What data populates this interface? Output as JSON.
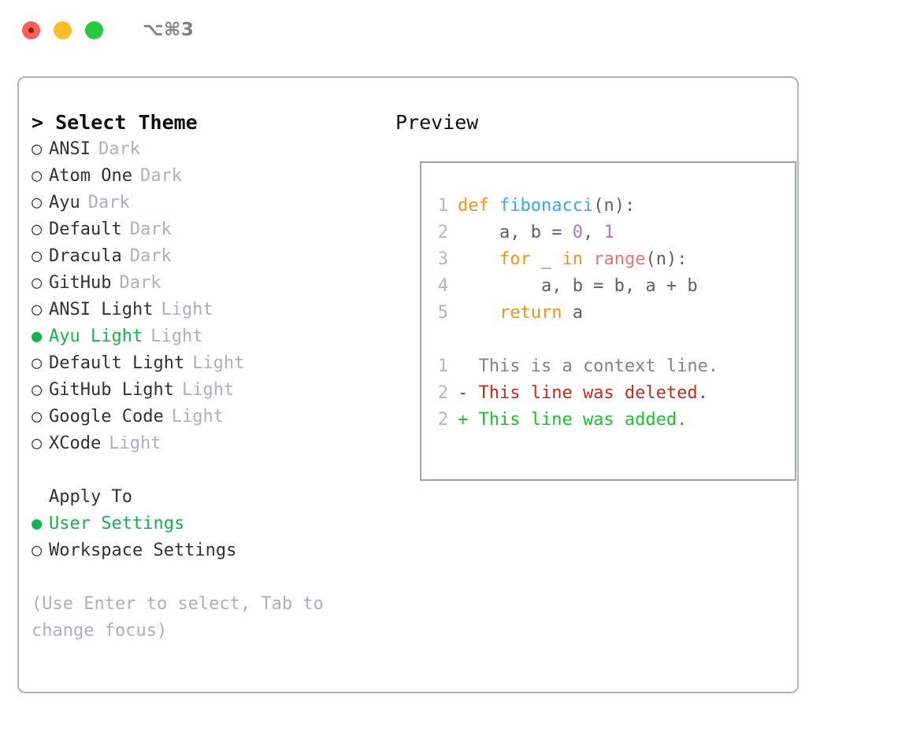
{
  "titlebar": {
    "lights": [
      "close-red",
      "minimize-yellow",
      "zoom-green"
    ],
    "shortcut": "⌥⌘3"
  },
  "left": {
    "heading": "> Select Theme",
    "themes": [
      {
        "marker": "○",
        "name": "ANSI",
        "kind": "Dark",
        "selected": false
      },
      {
        "marker": "○",
        "name": "Atom One",
        "kind": "Dark",
        "selected": false
      },
      {
        "marker": "○",
        "name": "Ayu",
        "kind": "Dark",
        "selected": false
      },
      {
        "marker": "○",
        "name": "Default",
        "kind": "Dark",
        "selected": false
      },
      {
        "marker": "○",
        "name": "Dracula",
        "kind": "Dark",
        "selected": false
      },
      {
        "marker": "○",
        "name": "GitHub",
        "kind": "Dark",
        "selected": false
      },
      {
        "marker": "○",
        "name": "ANSI Light",
        "kind": "Light",
        "selected": false
      },
      {
        "marker": "●",
        "name": "Ayu Light",
        "kind": "Light",
        "selected": true
      },
      {
        "marker": "○",
        "name": "Default Light",
        "kind": "Light",
        "selected": false
      },
      {
        "marker": "○",
        "name": "GitHub Light",
        "kind": "Light",
        "selected": false
      },
      {
        "marker": "○",
        "name": "Google Code",
        "kind": "Light",
        "selected": false
      },
      {
        "marker": "○",
        "name": "XCode",
        "kind": "Light",
        "selected": false
      }
    ],
    "apply_to_title": "Apply To",
    "apply_to": [
      {
        "marker": "●",
        "name": "User Settings",
        "selected": true
      },
      {
        "marker": "○",
        "name": "Workspace Settings",
        "selected": false
      }
    ],
    "hint": "(Use Enter to select, Tab to change focus)"
  },
  "right": {
    "heading": "Preview",
    "code_lines": [
      {
        "n": "1",
        "tokens": [
          {
            "t": "def ",
            "c": "kw"
          },
          {
            "t": "fibonacci",
            "c": "fn"
          },
          {
            "t": "(n):",
            "c": "punct"
          }
        ]
      },
      {
        "n": "2",
        "tokens": [
          {
            "t": "    a, b = ",
            "c": "txt"
          },
          {
            "t": "0",
            "c": "num"
          },
          {
            "t": ", ",
            "c": "txt"
          },
          {
            "t": "1",
            "c": "num"
          }
        ]
      },
      {
        "n": "3",
        "tokens": [
          {
            "t": "    ",
            "c": "txt"
          },
          {
            "t": "for",
            "c": "kw"
          },
          {
            "t": " _ ",
            "c": "txt"
          },
          {
            "t": "in",
            "c": "kw"
          },
          {
            "t": " ",
            "c": "txt"
          },
          {
            "t": "range",
            "c": "bi"
          },
          {
            "t": "(n):",
            "c": "punct"
          }
        ]
      },
      {
        "n": "4",
        "tokens": [
          {
            "t": "        a, b = b, a + b",
            "c": "txt"
          }
        ]
      },
      {
        "n": "5",
        "tokens": [
          {
            "t": "    ",
            "c": "txt"
          },
          {
            "t": "return",
            "c": "kw"
          },
          {
            "t": " a",
            "c": "txt"
          }
        ]
      }
    ],
    "diff_lines": [
      {
        "n": "1",
        "text": "  This is a context line.",
        "c": "diff-ctx"
      },
      {
        "n": "2",
        "text": "- This line was deleted.",
        "c": "diff-del"
      },
      {
        "n": "2",
        "text": "+ This line was added.",
        "c": "diff-add"
      }
    ]
  },
  "colors": {
    "accent_green": "#15b34b",
    "keyword_orange": "#f2921d",
    "function_blue": "#39a8f0",
    "number_purple": "#a37acc",
    "builtin_red": "#f47070",
    "muted_gray": "#a9b1bd",
    "border_gray": "#aab4c0",
    "diff_added": "#16c427",
    "diff_deleted": "#c22a20"
  }
}
